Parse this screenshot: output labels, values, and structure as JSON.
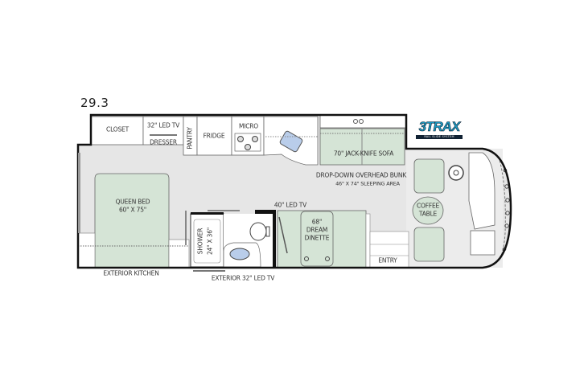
{
  "model": "29.3",
  "logo": {
    "text": "3TRAX",
    "subtext": "RAIL SLIDE SYSTEM",
    "color": "#1a9bc4"
  },
  "colors": {
    "floor": "#e6e6e6",
    "furniture": "#d5e4d6",
    "wall": "#111111",
    "fixture": "#b9cdea"
  },
  "rooms": {
    "closet": "CLOSET",
    "tv": "32\" LED TV",
    "dresser": "DRESSER",
    "pantry": "PANTRY",
    "fridge": "FRIDGE",
    "micro": "MICRO",
    "sofa": "70\" JACK-KNIFE SOFA",
    "bunk_line1": "DROP-DOWN OVERHEAD BUNK",
    "bunk_line2": "46\" X 74\" SLEEPING AREA",
    "bed_line1": "QUEEN BED",
    "bed_line2": "60\" X 75\"",
    "shower_line1": "SHOWER",
    "shower_line2": "24\" X 36\"",
    "dinette_tv": "40\" LED TV",
    "dinette_line1": "68\"",
    "dinette_line2": "DREAM",
    "dinette_line3": "DINETTE",
    "coffee_line1": "COFFEE",
    "coffee_line2": "TABLE",
    "entry": "ENTRY",
    "ext_kitchen": "EXTERIOR KITCHEN",
    "ext_tv": "EXTERIOR 32\" LED TV"
  }
}
